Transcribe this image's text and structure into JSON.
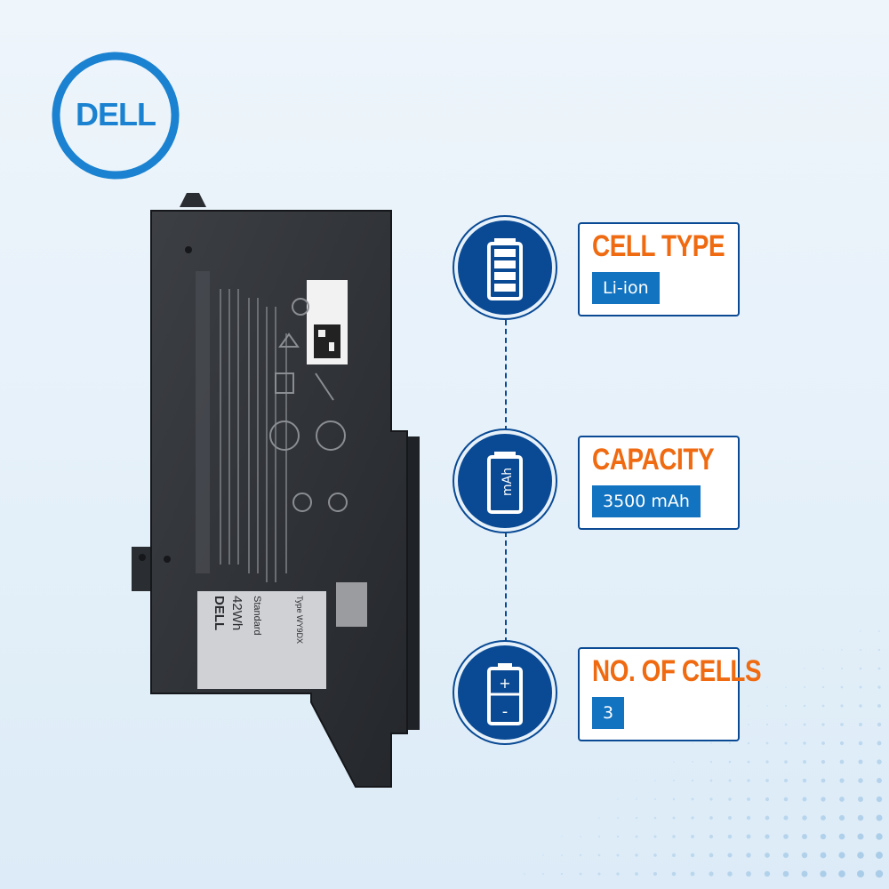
{
  "brand": {
    "logo_text": "DELL"
  },
  "colors": {
    "navy": "#0a4a94",
    "orange": "#ef6a10",
    "value_bg": "#1273c1",
    "background": "#e7f1fa"
  },
  "battery": {
    "label_brand": "DELL",
    "label_capacity": "42Wh",
    "label_grade": "Standard",
    "label_type": "Type WY9DX"
  },
  "specs": [
    {
      "icon": "battery-charge-icon",
      "title": "CELL TYPE",
      "value": "Li-ion"
    },
    {
      "icon": "battery-mah-icon",
      "title": "CAPACITY",
      "value": "3500 mAh"
    },
    {
      "icon": "battery-cell-icon",
      "title": "NO. OF CELLS",
      "value": "3"
    }
  ]
}
